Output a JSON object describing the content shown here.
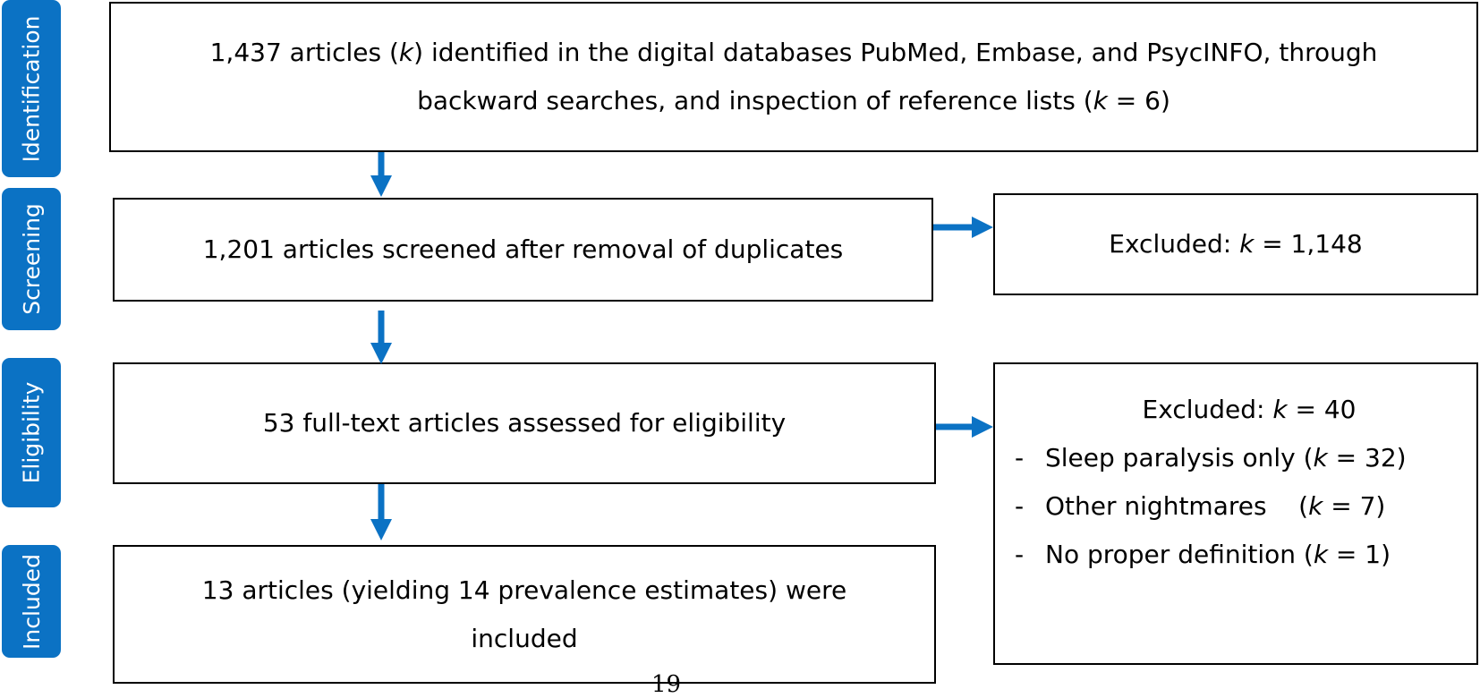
{
  "stages": {
    "identification": "Identification",
    "screening": "Screening",
    "eligibility": "Eligibility",
    "included": "Included"
  },
  "boxes": {
    "identified": {
      "line1_a": "1,437 articles (",
      "line1_k": "k",
      "line1_b": ") identified in the digital databases PubMed, Embase, and PsycINFO, through",
      "line2_a": "backward searches, and inspection of reference lists (",
      "line2_k": "k",
      "line2_b": " = 6)"
    },
    "screened": {
      "text": "1,201 articles screened after removal of duplicates"
    },
    "excluded_screening": {
      "prefix": "Excluded: ",
      "k": "k",
      "suffix": " = 1,148"
    },
    "assessed": {
      "text": "53 full-text articles assessed for eligibility"
    },
    "excluded_eligibility": {
      "prefix": "Excluded: ",
      "k": "k",
      "suffix": " = 40",
      "dash": "-",
      "items": [
        {
          "label": "Sleep paralysis only (",
          "k": "k",
          "value": " = 32)"
        },
        {
          "label": "Other nightmares    (",
          "k": "k",
          "value": " = 7)"
        },
        {
          "label": "No proper definition (",
          "k": "k",
          "value": " = 1)"
        }
      ]
    },
    "included": {
      "line1": "13 articles (yielding 14 prevalence estimates) were",
      "line2": "included"
    }
  },
  "page_number": "19",
  "colors": {
    "accent": "#0b72c4",
    "border": "#000000",
    "stage_text": "#ffffff"
  }
}
